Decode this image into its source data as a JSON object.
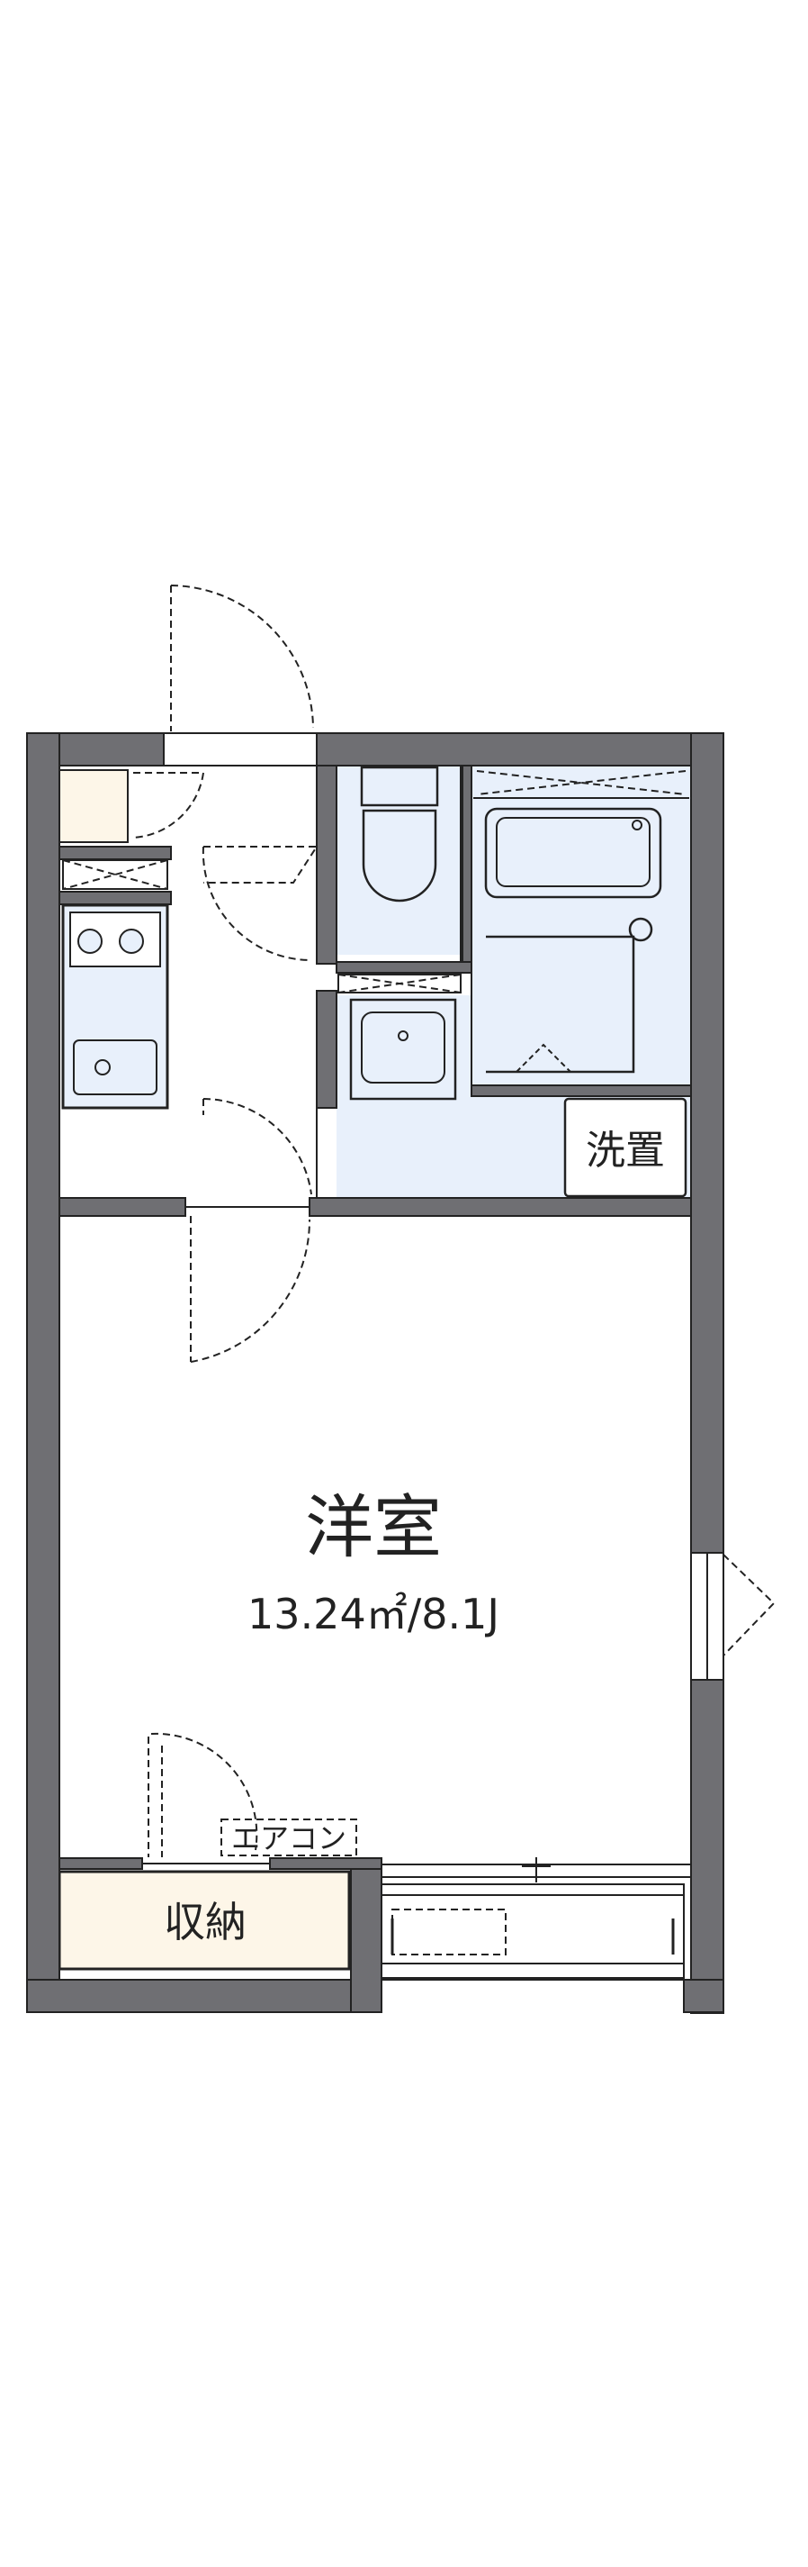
{
  "rooms": {
    "western_room": {
      "label": "洋室",
      "area": "13.24㎡/8.1J"
    },
    "storage": {
      "label": "収納"
    },
    "washer": {
      "label": "洗置"
    },
    "aircon": {
      "label": "エアコン"
    }
  },
  "colors": {
    "wall": "#6f6f73",
    "wet_area": "#e8f0fb",
    "storage": "#fdf6e8",
    "line": "#222222"
  }
}
